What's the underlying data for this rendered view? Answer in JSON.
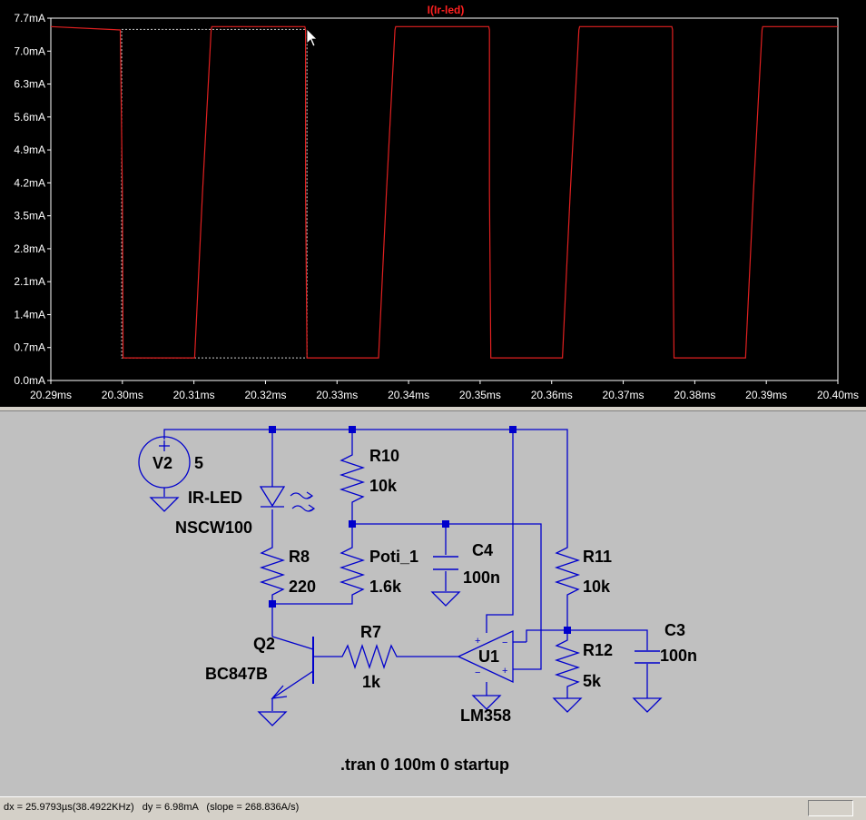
{
  "waveform": {
    "trace_label": "I(Ir-led)",
    "y_ticks": [
      "7.7mA",
      "7.0mA",
      "6.3mA",
      "5.6mA",
      "4.9mA",
      "4.2mA",
      "3.5mA",
      "2.8mA",
      "2.1mA",
      "1.4mA",
      "0.7mA",
      "0.0mA"
    ],
    "x_ticks": [
      "20.29ms",
      "20.30ms",
      "20.31ms",
      "20.32ms",
      "20.33ms",
      "20.34ms",
      "20.35ms",
      "20.36ms",
      "20.37ms",
      "20.38ms",
      "20.39ms",
      "20.40ms"
    ],
    "colors": {
      "background": "#000000",
      "trace": "#e02020",
      "axis": "#ffffff",
      "cursor_box": "#d0d0d0"
    },
    "chart_data": {
      "type": "line",
      "title": "I(Ir-led)",
      "xlabel": "",
      "ylabel": "",
      "xlim": [
        20.29,
        20.4
      ],
      "ylim": [
        0.0,
        7.7
      ],
      "x_unit": "ms",
      "y_unit": "mA",
      "series": [
        {
          "name": "I(Ir-led)",
          "x": [
            20.29,
            20.2997,
            20.3,
            20.3001,
            20.3101,
            20.3112,
            20.3124,
            20.3125,
            20.3255,
            20.3256,
            20.3256,
            20.3258,
            20.3358,
            20.3369,
            20.3381,
            20.3382,
            20.3512,
            20.3513,
            20.3513,
            20.3515,
            20.3615,
            20.3626,
            20.3638,
            20.3639,
            20.3768,
            20.3769,
            20.3769,
            20.3771,
            20.3871,
            20.3882,
            20.3894,
            20.3895,
            20.4
          ],
          "y": [
            7.52,
            7.45,
            4.0,
            0.48,
            0.48,
            4.0,
            7.45,
            7.52,
            7.52,
            7.45,
            4.0,
            0.48,
            0.48,
            4.0,
            7.45,
            7.52,
            7.52,
            7.45,
            4.0,
            0.48,
            0.48,
            4.0,
            7.45,
            7.52,
            7.52,
            7.45,
            4.0,
            0.48,
            0.48,
            4.0,
            7.45,
            7.52,
            7.52
          ]
        }
      ],
      "cursor_box": {
        "x1": 20.2999,
        "x2": 20.3258,
        "y1": 0.48,
        "y2": 7.46
      }
    }
  },
  "schematic": {
    "components": {
      "v2": {
        "name": "V2",
        "value": "5"
      },
      "ir_led": {
        "name": "IR-LED",
        "value": "NSCW100"
      },
      "r8": {
        "name": "R8",
        "value": "220"
      },
      "r10": {
        "name": "R10",
        "value": "10k"
      },
      "poti": {
        "name": "Poti_1",
        "value": "1.6k"
      },
      "c4": {
        "name": "C4",
        "value": "100n"
      },
      "r11": {
        "name": "R11",
        "value": "10k"
      },
      "r12": {
        "name": "R12",
        "value": "5k"
      },
      "c3": {
        "name": "C3",
        "value": "100n"
      },
      "q2": {
        "name": "Q2",
        "value": "BC847B"
      },
      "r7": {
        "name": "R7",
        "value": "1k"
      },
      "u1": {
        "name": "U1",
        "value": "LM358"
      }
    },
    "directive": ".tran 0 100m 0 startup",
    "colors": {
      "background": "#c0c0c0",
      "wire": "#0000cc",
      "component": "#000000",
      "junction": "#0000cc"
    }
  },
  "status": {
    "readout": "dx = 25.9793µs(38.4922KHz)   dy = 6.98mA   (slope = 268.836A/s)"
  }
}
